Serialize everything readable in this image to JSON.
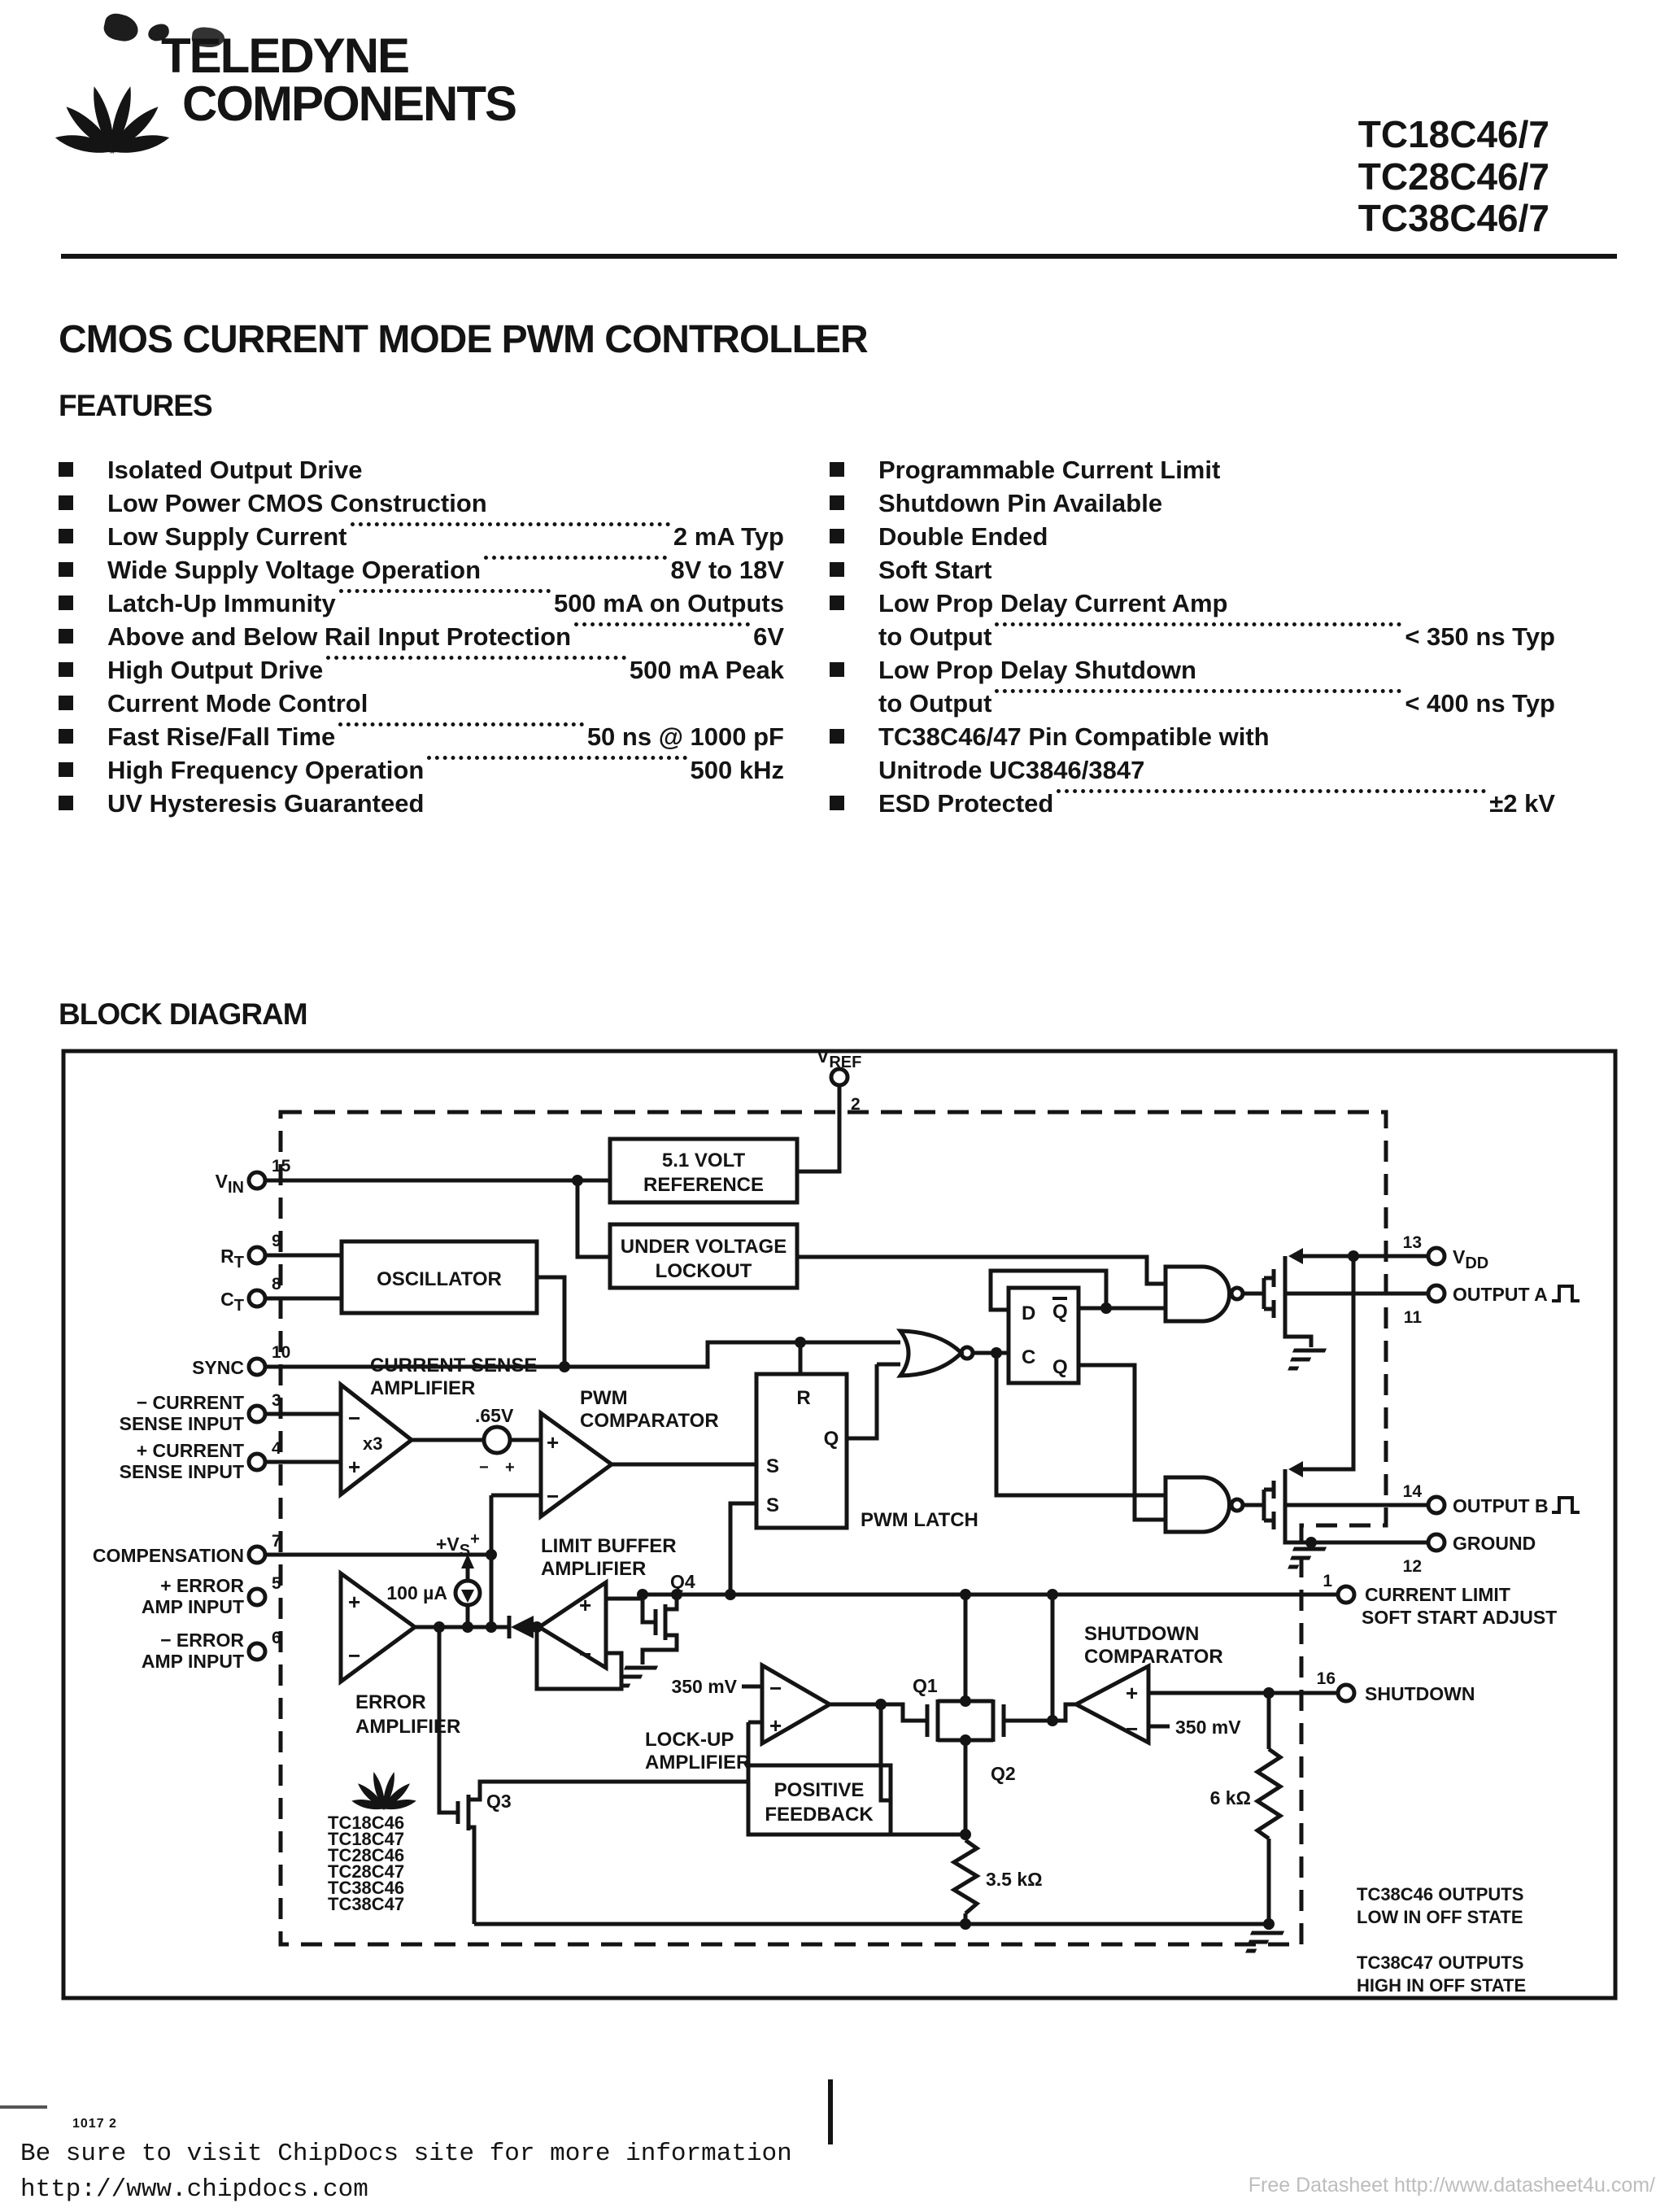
{
  "header": {
    "brand_line1": "TELEDYNE",
    "brand_line2": "COMPONENTS",
    "part_numbers": [
      "TC18C46/7",
      "TC28C46/7",
      "TC38C46/7"
    ]
  },
  "title": "CMOS CURRENT MODE PWM CONTROLLER",
  "features_heading": "FEATURES",
  "features_left": [
    {
      "label": "Isolated Output Drive"
    },
    {
      "label": "Low Power CMOS Construction"
    },
    {
      "label": "Low Supply Current",
      "value": "2 mA Typ"
    },
    {
      "label": "Wide Supply Voltage Operation",
      "value": "8V to 18V"
    },
    {
      "label": "Latch-Up Immunity",
      "value": "500 mA on Outputs"
    },
    {
      "label": "Above and Below Rail Input Protection",
      "value": "6V"
    },
    {
      "label": "High Output Drive",
      "value": "500 mA Peak"
    },
    {
      "label": "Current Mode Control"
    },
    {
      "label": "Fast Rise/Fall Time",
      "value": "50 ns @ 1000 pF"
    },
    {
      "label": "High Frequency Operation",
      "value": "500 kHz"
    },
    {
      "label": "UV Hysteresis Guaranteed"
    }
  ],
  "features_right": [
    {
      "label": "Programmable Current Limit"
    },
    {
      "label": "Shutdown Pin Available"
    },
    {
      "label": "Double Ended"
    },
    {
      "label": "Soft Start"
    },
    {
      "label": "Low Prop Delay Current Amp",
      "label2": "to Output",
      "value": "< 350 ns Typ"
    },
    {
      "label": "Low Prop Delay Shutdown",
      "label2": "to Output",
      "value": "< 400 ns Typ"
    },
    {
      "label": "TC38C46/47 Pin Compatible with",
      "label2": "Unitrode UC3846/3847"
    },
    {
      "label": "ESD Protected",
      "value": "±2 kV"
    }
  ],
  "diagram_heading": "BLOCK DIAGRAM",
  "diagram": {
    "sym": {
      "plus": "+",
      "minus": "−"
    },
    "pins": {
      "vref": {
        "main": "V",
        "sub": "REF",
        "num": "2"
      },
      "vin": {
        "main": "V",
        "sub": "IN",
        "num": "15"
      },
      "rt": {
        "main": "R",
        "sub": "T",
        "num": "9"
      },
      "ct": {
        "main": "C",
        "sub": "T",
        "num": "8"
      },
      "sync": {
        "label": "SYNC",
        "num": "10"
      },
      "csn": {
        "l1": "− CURRENT",
        "l2": "SENSE INPUT",
        "num": "3"
      },
      "csp": {
        "l1": "+ CURRENT",
        "l2": "SENSE INPUT",
        "num": "4"
      },
      "comp": {
        "label": "COMPENSATION",
        "num": "7"
      },
      "eap": {
        "l1": "+ ERROR",
        "l2": "AMP INPUT",
        "num": "5"
      },
      "ean": {
        "l1": "− ERROR",
        "l2": "AMP INPUT",
        "num": "6"
      },
      "vdd": {
        "main": "V",
        "sub": "DD",
        "num": "13"
      },
      "outa": {
        "label": "OUTPUT A",
        "num": "11"
      },
      "outb": {
        "label": "OUTPUT B",
        "num": "14"
      },
      "gnd": {
        "label": "GROUND",
        "num": "12"
      },
      "ilim": {
        "l1": "CURRENT LIMIT",
        "l2": "SOFT START ADJUST",
        "num": "1"
      },
      "sd": {
        "label": "SHUTDOWN",
        "num": "16"
      }
    },
    "blocks": {
      "ref": {
        "l1": "5.1 VOLT",
        "l2": "REFERENCE"
      },
      "uvlo": {
        "l1": "UNDER VOLTAGE",
        "l2": "LOCKOUT"
      },
      "osc": "OSCILLATOR",
      "csa": {
        "l1": "CURRENT SENSE",
        "l2": "AMPLIFIER",
        "gain": "x3",
        "offset": ".65V"
      },
      "pwmcmp": {
        "l1": "PWM",
        "l2": "COMPARATOR"
      },
      "latch": {
        "r": "R",
        "q": "Q",
        "s1": "S",
        "s2": "S",
        "label": "PWM LATCH"
      },
      "ea": {
        "l1": "ERROR",
        "l2": "AMPLIFIER",
        "current": "100 µA",
        "vs_main": "+V",
        "vs_sub": "S"
      },
      "lba": {
        "l1": "LIMIT BUFFER",
        "l2": "AMPLIFIER"
      },
      "lockup": {
        "l1": "LOCK-UP",
        "l2": "AMPLIFIER",
        "vref": "350 mV"
      },
      "posfb": {
        "l1": "POSITIVE",
        "l2": "FEEDBACK"
      },
      "sdcmp": {
        "l1": "SHUTDOWN",
        "l2": "COMPARATOR",
        "vref": "350 mV"
      },
      "dff": {
        "d": "D",
        "qb": "Q",
        "c": "C",
        "q": "Q"
      },
      "q1": "Q1",
      "q2": "Q2",
      "q3": "Q3",
      "q4": "Q4",
      "r35": "3.5 kΩ",
      "r6": "6 kΩ"
    },
    "parts": [
      "TC18C46",
      "TC18C47",
      "TC28C46",
      "TC28C47",
      "TC38C46",
      "TC38C47"
    ],
    "notes": {
      "n1a": "TC38C46 OUTPUTS",
      "n1b": "LOW IN OFF STATE",
      "n2a": "TC38C47 OUTPUTS",
      "n2b": "HIGH IN OFF STATE"
    }
  },
  "footer": {
    "doc_num": "1017 2",
    "promo_line1": "Be sure to visit ChipDocs site for more information",
    "promo_line2": "http://www.chipdocs.com",
    "watermark": "Free Datasheet http://www.datasheet4u.com/"
  }
}
